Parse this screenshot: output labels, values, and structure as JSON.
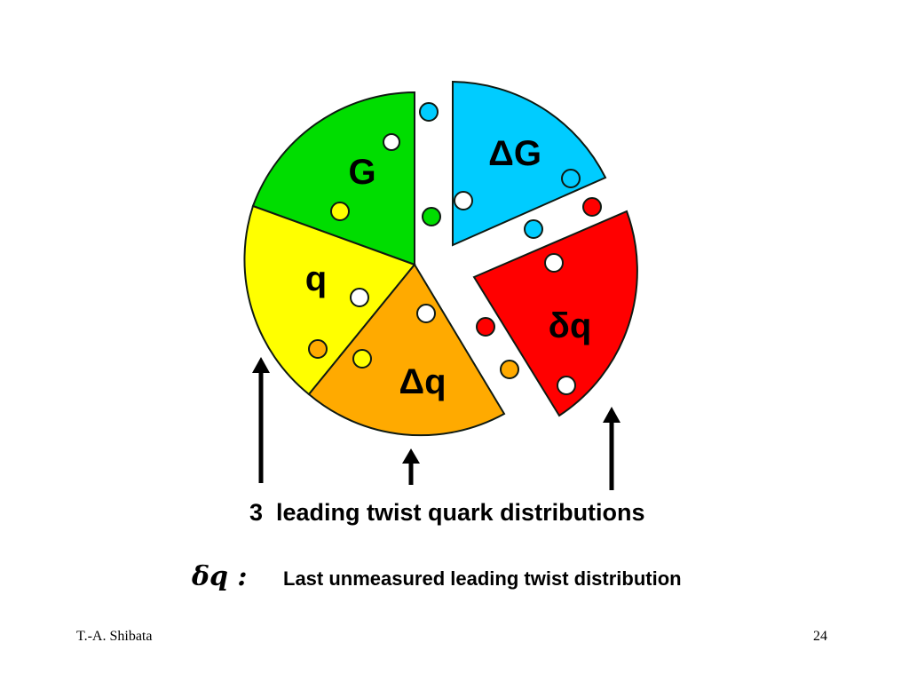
{
  "pieces": [
    {
      "key": "G",
      "label": "G",
      "color": "#00dd00"
    },
    {
      "key": "q",
      "label": "q",
      "color": "#ffff00"
    },
    {
      "key": "delta_q",
      "label": "Δq",
      "color": "#ffaa00"
    },
    {
      "key": "delta_G",
      "label": "ΔG",
      "color": "#00ccff"
    },
    {
      "key": "transversity",
      "label": "δq",
      "color": "#ff0000"
    }
  ],
  "caption": "3  leading twist quark distributions",
  "transversity_note": {
    "symbol": "δq :",
    "text": "Last unmeasured leading twist distribution"
  },
  "footer": {
    "author": "T.-A. Shibata",
    "page": "24"
  },
  "arrow_color": "#000000"
}
